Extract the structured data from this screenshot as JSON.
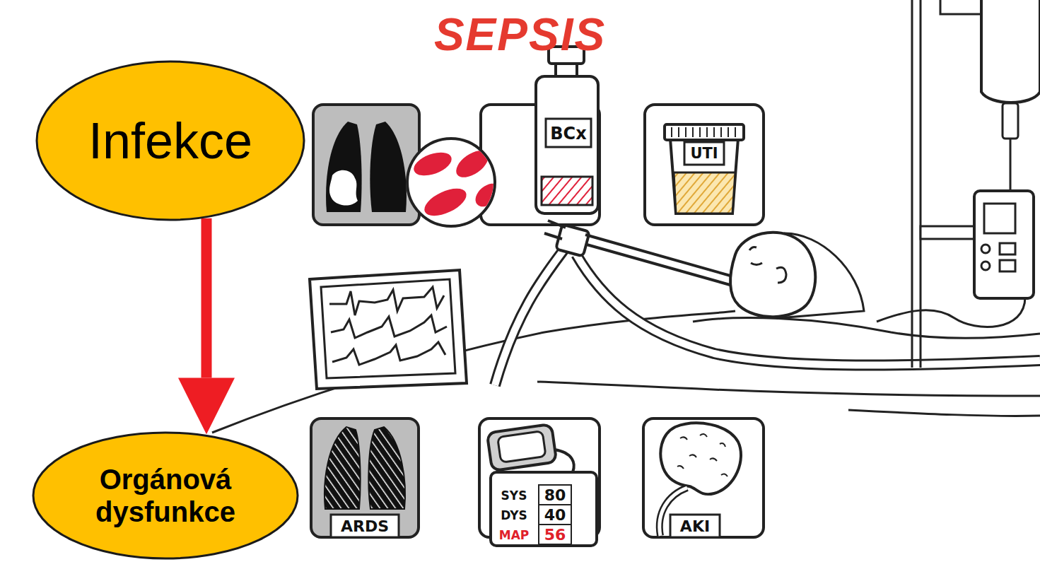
{
  "diagram": {
    "title": "SEPSIS",
    "nodes": [
      {
        "text": [
          "Infekce"
        ]
      },
      {
        "text": [
          "Orgánová dysfunkce"
        ]
      }
    ],
    "edges": [
      {
        "from": 0,
        "to": 1,
        "arrow": "to"
      }
    ],
    "labels": [
      "BCx",
      "UTI",
      "ARDS",
      "SYS",
      "80",
      "DYS",
      "40",
      "MAP",
      "56",
      "AKI"
    ]
  }
}
